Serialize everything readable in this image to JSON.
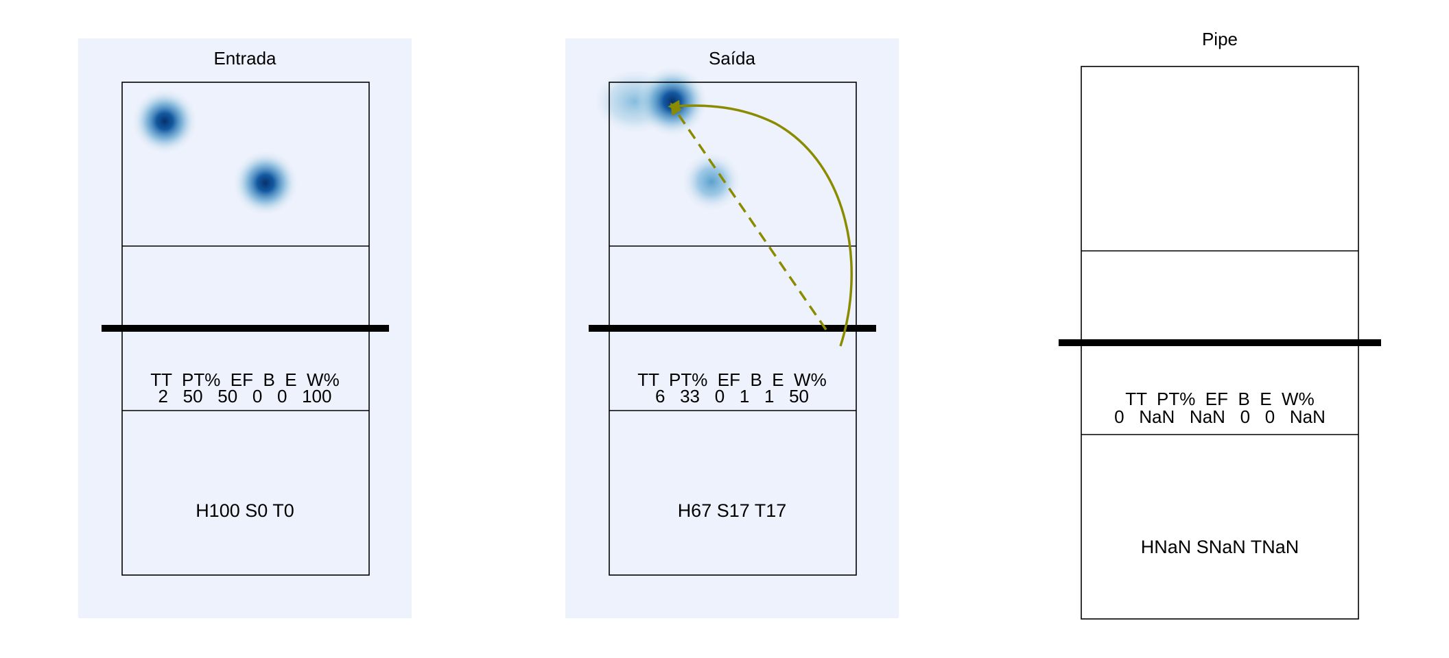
{
  "panels": [
    {
      "title": "Entrada",
      "stats_header": "TT  PT%  EF  B  E  W%",
      "stats_values": "2   50   50   0   0   100",
      "summary": "H100 S0 T0",
      "has_background": true,
      "heat_spots": [
        {
          "zone": "top-left",
          "intensity": "strong"
        },
        {
          "zone": "center-right",
          "intensity": "strong"
        }
      ],
      "arrows": []
    },
    {
      "title": "Saída",
      "stats_header": "TT  PT%  EF  B  E  W%",
      "stats_values": "6   33   0   1   1   50",
      "summary": "H67 S17 T17",
      "has_background": true,
      "heat_spots": [
        {
          "zone": "top-left",
          "intensity": "strong"
        },
        {
          "zone": "center",
          "intensity": "medium"
        }
      ],
      "arrows": [
        {
          "style": "dashed",
          "color": "#8b8b00"
        },
        {
          "style": "solid-curve",
          "color": "#8b8b00"
        }
      ]
    },
    {
      "title": "Pipe",
      "stats_header": "TT  PT%  EF  B  E  W%",
      "stats_values": "0   NaN   NaN   0   0   NaN",
      "summary": "HNaN SNaN TNaN",
      "has_background": false,
      "heat_spots": [],
      "arrows": []
    }
  ],
  "colors": {
    "panel_background": "#eef2fc",
    "heat_core": "#08519c",
    "arrow": "#8b8b00",
    "net": "#000000"
  }
}
